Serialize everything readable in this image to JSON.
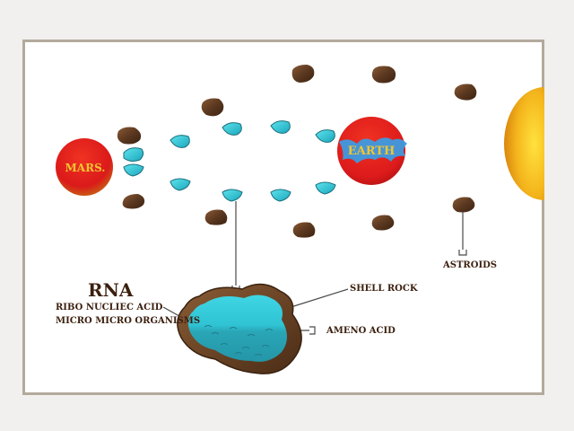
{
  "labels": {
    "mars": "MARS.",
    "earth": "EARTH",
    "rna": "RNA",
    "ribo": "RIBO NUCLIEC ACID",
    "micro": "MICRO MICRO ORGANISMS",
    "shell": "SHELL ROCK",
    "ameno": "AMENO ACID",
    "astroids": "ASTROIDS"
  },
  "colors": {
    "planet_red": "#e32020",
    "planet_label": "#f2c531",
    "sun": "#f1b51c",
    "rock_brown": "#5a3620",
    "water_cyan": "#2fc6d6",
    "arrow": "#4a4a4a"
  }
}
